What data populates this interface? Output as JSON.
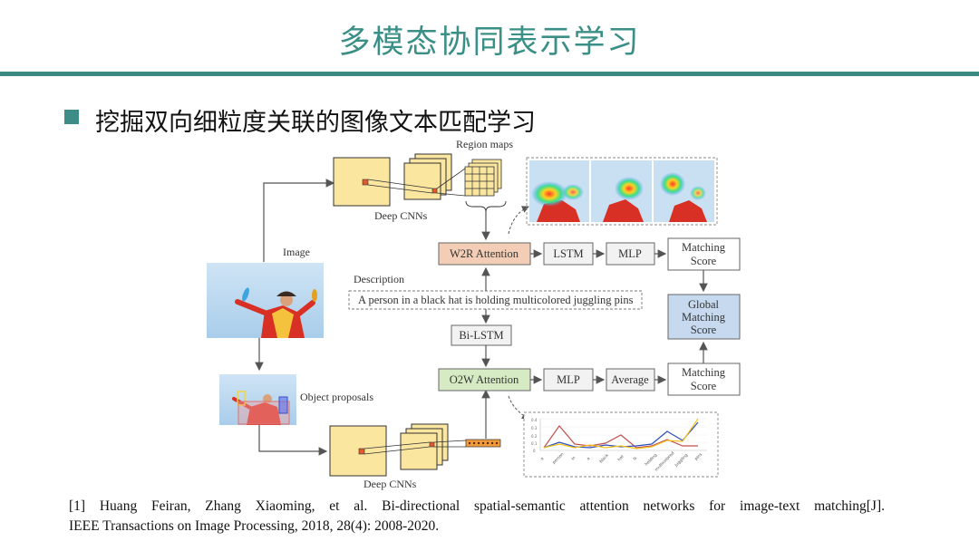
{
  "slide": {
    "title": "多模态协同表示学习",
    "bullet": "挖掘双向细粒度关联的图像文本匹配学习"
  },
  "diagram": {
    "region_maps": "Region maps",
    "deep_cnns_top": "Deep CNNs",
    "deep_cnns_bottom": "Deep CNNs",
    "image": "Image",
    "description": "Description",
    "caption": "A person in a black hat is holding multicolored juggling pins",
    "object_proposals": "Object proposals",
    "w2r_attention": "W2R Attention",
    "o2w_attention": "O2W Attention",
    "bi_lstm": "Bi-LSTM",
    "lstm": "LSTM",
    "mlp_top": "MLP",
    "mlp_bottom": "MLP",
    "average": "Average",
    "matching_score_top": [
      "Matching",
      "Score"
    ],
    "matching_score_bottom": [
      "Matching",
      "Score"
    ],
    "global_matching_score": [
      "Global",
      "Matching",
      "Score"
    ],
    "word_ticks": [
      "a",
      "person",
      "in",
      "a",
      "black",
      "hat",
      "is",
      "holding",
      "multicolored",
      "juggling",
      "pins"
    ],
    "y_ticks": [
      "0.4",
      "0.3",
      "0.2",
      "0.1",
      "0"
    ],
    "colors": {
      "w2r": "#f3cdb5",
      "o2w": "#d6ebc4",
      "global": "#c6d9ef",
      "feature": "#fbe6a0",
      "accent": "#3a8f86"
    }
  },
  "reference": {
    "line1": "[1] Huang Feiran, Zhang Xiaoming, et al. Bi-directional spatial-semantic attention networks for image-text matching[J].",
    "line2": "IEEE Transactions on Image Processing, 2018, 28(4): 2008-2020."
  }
}
